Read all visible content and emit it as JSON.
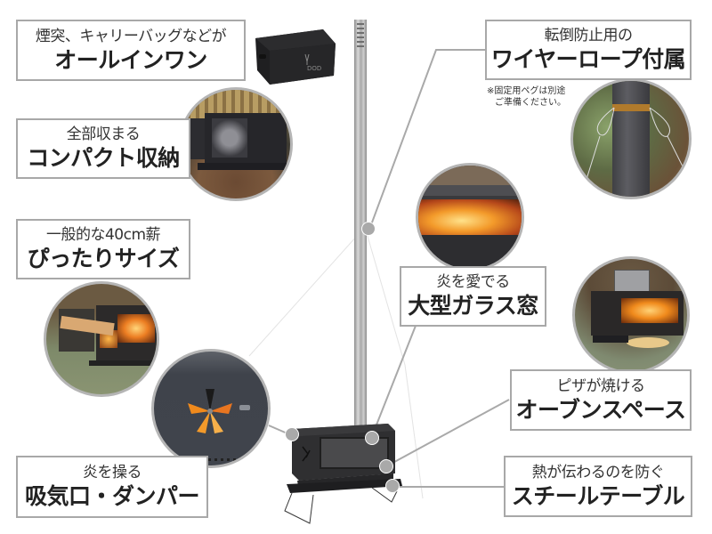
{
  "features": [
    {
      "id": "all-in-one",
      "sub": "煙突、キャリーバッグなどが",
      "main": "オールインワン"
    },
    {
      "id": "wire-rope",
      "sub": "転倒防止用の",
      "main": "ワイヤーロープ付属",
      "note_lines": [
        "※固定用ペグは別途",
        "ご準備ください。"
      ]
    },
    {
      "id": "compact",
      "sub": "全部収まる",
      "main": "コンパクト収納"
    },
    {
      "id": "firewood-size",
      "sub": "一般的な40cm薪",
      "main": "ぴったりサイズ"
    },
    {
      "id": "glass-window",
      "sub": "炎を愛でる",
      "main": "大型ガラス窓"
    },
    {
      "id": "oven-space",
      "sub": "ピザが焼ける",
      "main": "オーブンスペース"
    },
    {
      "id": "damper",
      "sub": "炎を操る",
      "main": "吸気口・ダンパー"
    },
    {
      "id": "steel-table",
      "sub": "熱が伝わるのを防ぐ",
      "main": "スチールテーブル"
    }
  ],
  "bag_logo_text": "DOD",
  "colors": {
    "border": "#a8a8a8",
    "connector": "#a9a9a9",
    "text": "#2b2b2b",
    "stove": "#2f2f31",
    "chimney": "#b9b9b9",
    "flame": "#f08a1c"
  }
}
